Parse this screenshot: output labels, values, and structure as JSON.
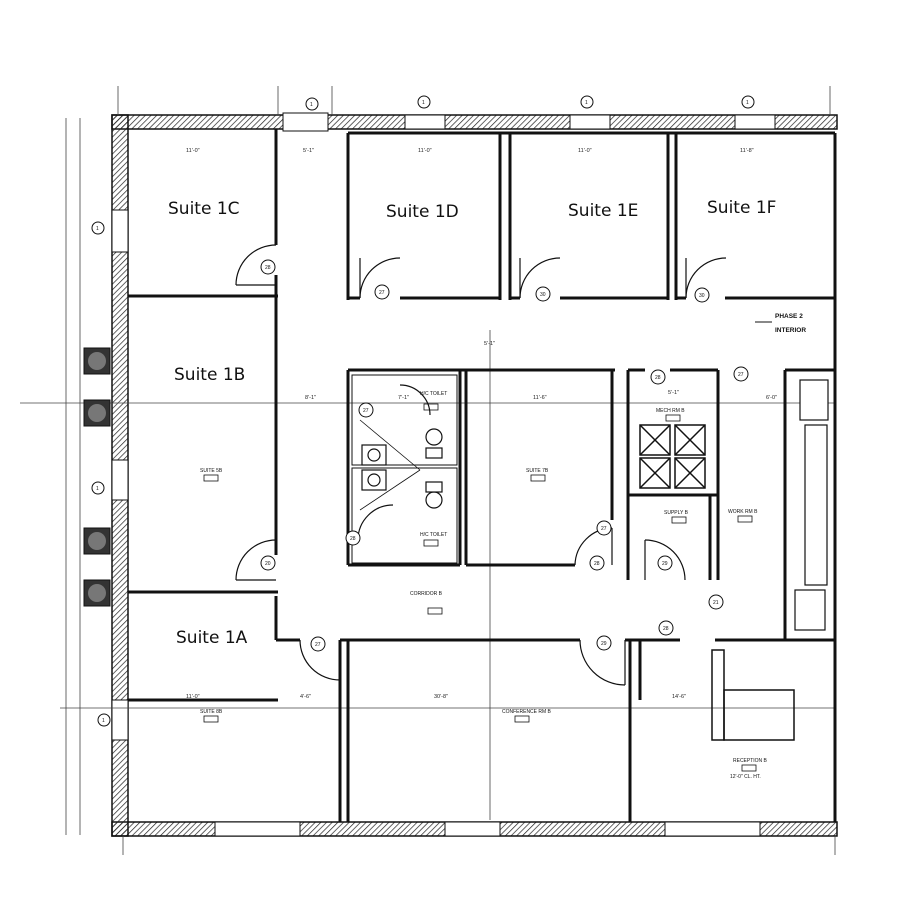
{
  "suites": {
    "s1a": "Suite 1A",
    "s1b": "Suite 1B",
    "s1c": "Suite 1C",
    "s1d": "Suite 1D",
    "s1e": "Suite 1E",
    "s1f": "Suite 1F"
  },
  "room_labels": {
    "phase2": "PHASE 2",
    "interior": "INTERIOR",
    "suite5b": "SUITE 5B",
    "suite7b": "SUITE 7B",
    "suite8b": "SUITE 8B",
    "corridor": "CORRIDOR B",
    "conference": "CONFERENCE RM B",
    "reception": "RECEPTION B",
    "reception_ceiling": "12'-0\" CL. HT.",
    "work_rm": "WORK RM B",
    "mech_rm": "MECH RM B",
    "supply": "SUPPLY B",
    "hc_toilet_top": "H/C TOILET",
    "hc_toilet_bottom": "H/C TOILET"
  },
  "dimensions": {
    "d1": "11'-0\"",
    "d2": "5'-1\"",
    "d3": "11'-0\"",
    "d4": "11'-0\"",
    "d5": "11'-8\"",
    "d6": "8'-1\"",
    "d7": "7'-1\"",
    "d8": "11'-6\"",
    "d9": "6'-0\"",
    "d10": "11'-0\"",
    "d11": "4'-6\"",
    "d12": "30'-8\"",
    "d13": "14'-6\"",
    "d14": "5'-1\"",
    "d15": "5'-1\""
  },
  "door_tags": [
    "28",
    "27",
    "30",
    "30",
    "20",
    "27",
    "29",
    "28",
    "27",
    "28",
    "29",
    "21",
    "28",
    "28",
    "27",
    "27"
  ],
  "grid_tags": [
    "1",
    "1",
    "1",
    "1",
    "1",
    "1",
    "1"
  ]
}
